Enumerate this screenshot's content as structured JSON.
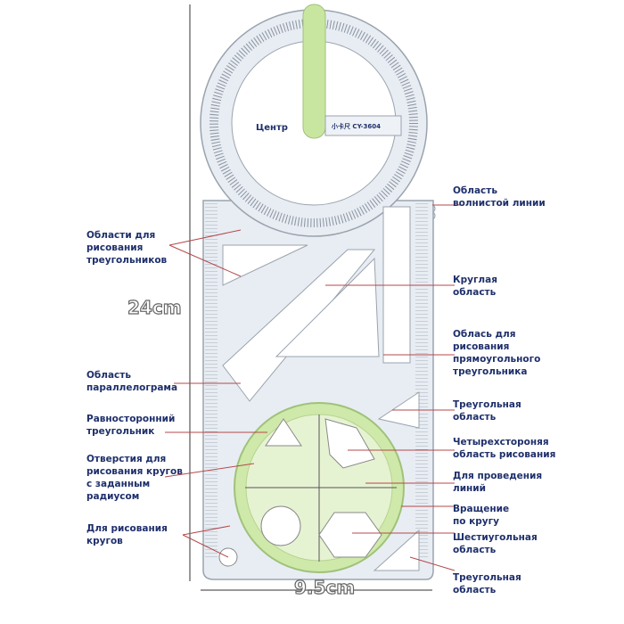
{
  "dimensions": {
    "height": "24cm",
    "width": "9.5cm"
  },
  "ruler": {
    "center_label": "Центр",
    "model": "小卡尺 CY-3604"
  },
  "labels_left": [
    "Области для\nрисования\nтреугольников",
    "Область\nпараллелограма",
    "Равносторонний\nтреугольник",
    "Отверстия для\nрисования кругов\nс заданным\nрадиусом",
    "Для рисования\nкругов"
  ],
  "labels_right": [
    "Область\nволнистой линии",
    "Круглая\nобласть",
    "Облась для\nрисования\nпрямоугольного\nтреугольника",
    "Треугольная\nобласть",
    "Четырехстороняя\nобласть рисования",
    "Для проведения\nлиний",
    "Вращение\nпо кругу",
    "Шестиугольная\nобласть",
    "Треугольная\nобласть"
  ],
  "colors": {
    "label": "#1e2f6b",
    "leader": "#b5494b",
    "accent_green": "#c9e6a0",
    "ruler": "#e6ebf1"
  }
}
